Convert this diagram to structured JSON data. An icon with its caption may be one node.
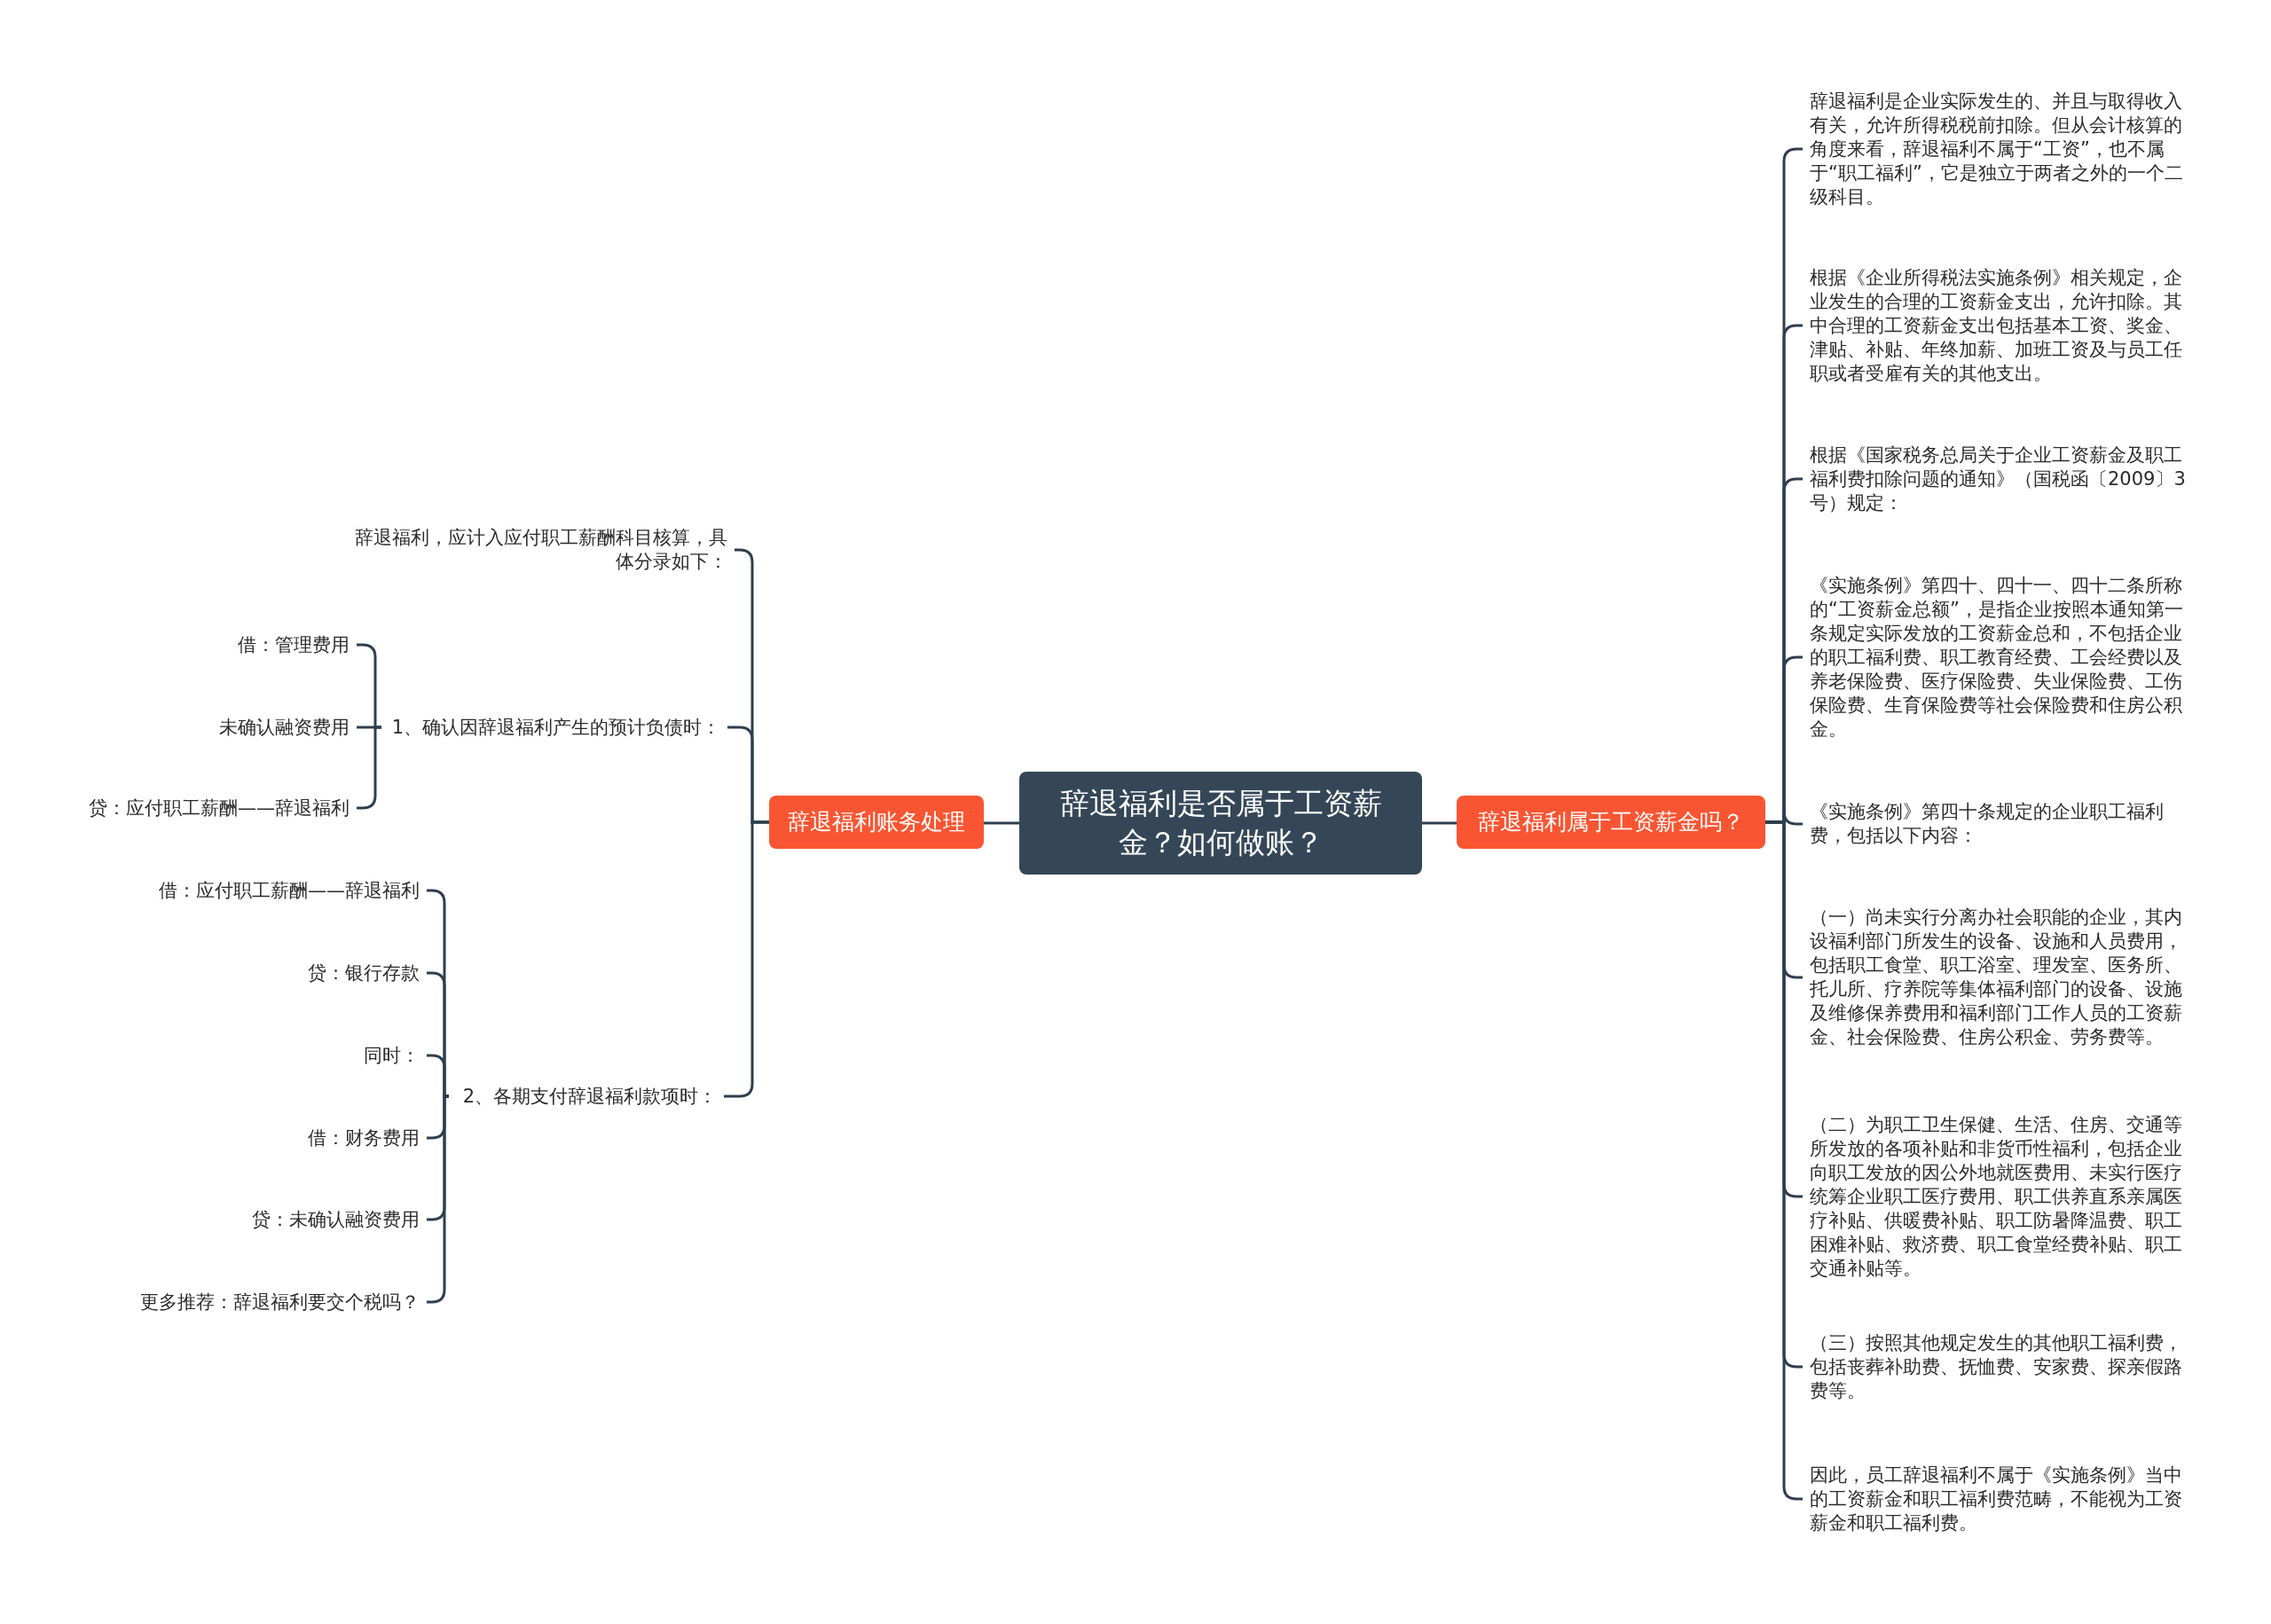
{
  "diagram": {
    "nodes": [
      {
        "text": [
          "辞退福利是否属于工资薪金？如何做账？"
        ]
      },
      {
        "text": [
          "辞退福利账务处理"
        ]
      },
      {
        "text": [
          "辞退福利属于工资薪金吗？"
        ]
      },
      {
        "text": [
          "辞退福利，应计入应付职工薪酬科目核算，具体分录如下："
        ]
      },
      {
        "text": [
          "1、确认因辞退福利产生的预计负债时："
        ]
      },
      {
        "text": [
          "借：管理费用"
        ]
      },
      {
        "text": [
          "未确认融资费用"
        ]
      },
      {
        "text": [
          "贷：应付职工薪酬——辞退福利"
        ]
      },
      {
        "text": [
          "2、各期支付辞退福利款项时："
        ]
      },
      {
        "text": [
          "借：应付职工薪酬——辞退福利"
        ]
      },
      {
        "text": [
          "贷：银行存款"
        ]
      },
      {
        "text": [
          "同时："
        ]
      },
      {
        "text": [
          "借：财务费用"
        ]
      },
      {
        "text": [
          "贷：未确认融资费用"
        ]
      },
      {
        "text": [
          "更多推荐：辞退福利要交个税吗？"
        ]
      },
      {
        "text": [
          "辞退福利是企业实际发生的、并且与取得收入有关，允许所得税税前扣除。但从会计核算的角度来看，辞退福利不属于“工资”，也不属于“职工福利”，它是独立于两者之外的一个二级科目。"
        ]
      },
      {
        "text": [
          "根据《企业所得税法实施条例》相关规定，企业发生的合理的工资薪金支出，允许扣除。其中合理的工资薪金支出包括基本工资、奖金、津贴、补贴、年终加薪、加班工资及与员工任职或者受雇有关的其他支出。"
        ]
      },
      {
        "text": [
          "根据《国家税务总局关于企业工资薪金及职工福利费扣除问题的通知》（国税函〔2009〕3号）规定："
        ]
      },
      {
        "text": [
          "《实施条例》第四十、四十一、四十二条所称的“工资薪金总额”，是指企业按照本通知第一条规定实际发放的工资薪金总和，不包括企业的职工福利费、职工教育经费、工会经费以及养老保险费、医疗保险费、失业保险费、工伤保险费、生育保险费等社会保险费和住房公积金。"
        ]
      },
      {
        "text": [
          "《实施条例》第四十条规定的企业职工福利费，包括以下内容："
        ]
      },
      {
        "text": [
          "（一）尚未实行分离办社会职能的企业，其内设福利部门所发生的设备、设施和人员费用，包括职工食堂、职工浴室、理发室、医务所、托儿所、疗养院等集体福利部门的设备、设施及维修保养费用和福利部门工作人员的工资薪金、社会保险费、住房公积金、劳务费等。"
        ]
      },
      {
        "text": [
          "（二）为职工卫生保健、生活、住房、交通等所发放的各项补贴和非货币性福利，包括企业向职工发放的因公外地就医费用、未实行医疗统筹企业职工医疗费用、职工供养直系亲属医疗补贴、供暖费补贴、职工防暑降温费、职工困难补贴、救济费、职工食堂经费补贴、职工交通补贴等。"
        ]
      },
      {
        "text": [
          "（三）按照其他规定发生的其他职工福利费，包括丧葬补助费、抚恤费、安家费、探亲假路费等。"
        ]
      },
      {
        "text": [
          "因此，员工辞退福利不属于《实施条例》当中的工资薪金和职工福利费范畴，不能视为工资薪金和职工福利费。"
        ]
      }
    ],
    "edges": [
      {
        "from": 0,
        "to": 1,
        "arrow": "none"
      },
      {
        "from": 0,
        "to": 2,
        "arrow": "none"
      },
      {
        "from": 1,
        "to": 3,
        "arrow": "none"
      },
      {
        "from": 1,
        "to": 4,
        "arrow": "none"
      },
      {
        "from": 1,
        "to": 8,
        "arrow": "none"
      },
      {
        "from": 4,
        "to": 5,
        "arrow": "none"
      },
      {
        "from": 4,
        "to": 6,
        "arrow": "none"
      },
      {
        "from": 4,
        "to": 7,
        "arrow": "none"
      },
      {
        "from": 8,
        "to": 9,
        "arrow": "none"
      },
      {
        "from": 8,
        "to": 10,
        "arrow": "none"
      },
      {
        "from": 8,
        "to": 11,
        "arrow": "none"
      },
      {
        "from": 8,
        "to": 12,
        "arrow": "none"
      },
      {
        "from": 8,
        "to": 13,
        "arrow": "none"
      },
      {
        "from": 8,
        "to": 14,
        "arrow": "none"
      },
      {
        "from": 2,
        "to": 15,
        "arrow": "none"
      },
      {
        "from": 2,
        "to": 16,
        "arrow": "none"
      },
      {
        "from": 2,
        "to": 17,
        "arrow": "none"
      },
      {
        "from": 2,
        "to": 18,
        "arrow": "none"
      },
      {
        "from": 2,
        "to": 19,
        "arrow": "none"
      },
      {
        "from": 2,
        "to": 20,
        "arrow": "none"
      },
      {
        "from": 2,
        "to": 21,
        "arrow": "none"
      },
      {
        "from": 2,
        "to": 22,
        "arrow": "none"
      },
      {
        "from": 2,
        "to": 23,
        "arrow": "none"
      }
    ]
  }
}
